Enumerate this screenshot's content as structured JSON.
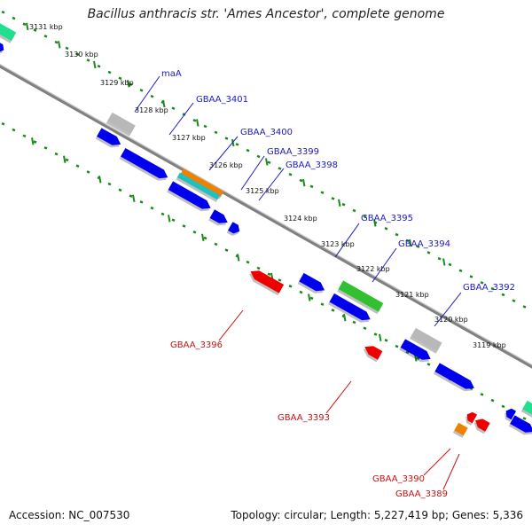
{
  "title": "Bacillus anthracis str. 'Ames Ancestor', complete genome",
  "accession": "Accession: NC_007530",
  "topology": "Topology: circular; Length: 5,227,419 bp; Genes: 5,336",
  "colors": {
    "backbone": "#808080",
    "forward_cds": "#0000ee",
    "reverse_cds": "#ee0000",
    "rrna": "#30c030",
    "trna": "#20c0c0",
    "pseudo": "#b8b8b8",
    "misc": "#f08000",
    "special": "#20e090",
    "forward_label": "#1a1ac0",
    "reverse_label": "#cc1010",
    "tick": "#1a8a1a"
  },
  "ticks": [
    {
      "label": "3131 kbp"
    },
    {
      "label": "3130 kbp"
    },
    {
      "label": "3129 kbp"
    },
    {
      "label": "3128 kbp"
    },
    {
      "label": "3127 kbp"
    },
    {
      "label": "3126 kbp"
    },
    {
      "label": "3125 kbp"
    },
    {
      "label": "3124 kbp"
    },
    {
      "label": "3123 kbp"
    },
    {
      "label": "3122 kbp"
    },
    {
      "label": "3121 kbp"
    },
    {
      "label": "3120 kbp"
    },
    {
      "label": "3119 kbp"
    }
  ],
  "forward_labels": [
    "maA",
    "GBAA_3401",
    "GBAA_3400",
    "GBAA_3399",
    "GBAA_3398",
    "GBAA_3395",
    "GBAA_3394",
    "GBAA_3392"
  ],
  "reverse_labels": [
    "GBAA_3396",
    "GBAA_3393",
    "GBAA_3390",
    "GBAA_3389"
  ]
}
